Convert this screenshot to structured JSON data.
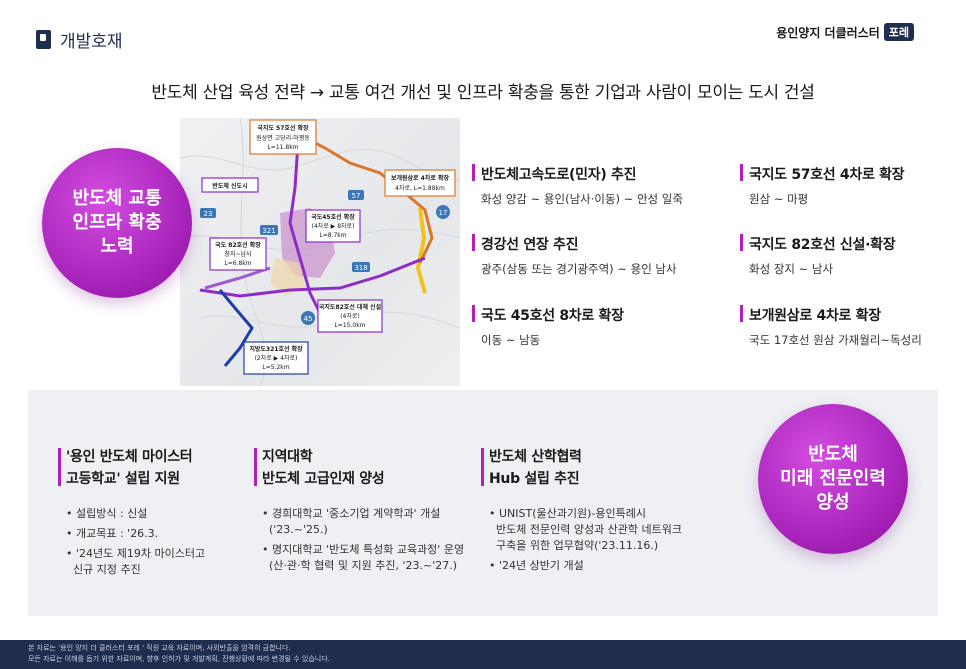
{
  "header": {
    "title": "개발호재",
    "brand_name": "용인양지 더클러스터",
    "brand_badge": "포레",
    "icon": "book-icon"
  },
  "headline": "반도체 산업 육성 전략 → 교통 여건 개선 및 인프라 확충을 통한 기업과 사람이 모이는 도시 건설",
  "transport": {
    "circle_label": "반도체 교통\n인프라 확충\n노력",
    "projects": [
      {
        "title": "반도체고속도로(민자) 추진",
        "route": "화성 양감 ~ 용인(남사·이동) ~ 안성 일죽"
      },
      {
        "title": "경강선 연장 추진",
        "route": "광주(삼동 또는 경기광주역) ~ 용인 남사"
      },
      {
        "title": "국도 45호선 8차로 확장",
        "route": "이동 ~ 남동"
      },
      {
        "title": "국지도 57호선 4차로 확장",
        "route": "원삼 ~ 마평"
      },
      {
        "title": "국지도 82호선 신설·확장",
        "route": "화성 장지 ~ 남사"
      },
      {
        "title": "보개원삼로 4차로 확장",
        "route": "국도 17호선 원삼 가재월리~독성리"
      }
    ]
  },
  "map": {
    "labels": {
      "gukjido57": "국지도 57호선 확장",
      "gukjido57_sub": "원삼면 고당리-마평동",
      "gukjido57_len": "L=11.8km",
      "bando_sindosi": "반도체 신도시",
      "bogae": "보개원삼로 4차로 확장",
      "bogae_sub": "4차로, L=1.88km",
      "gukdo45": "국도45호선 확장",
      "gukdo45_sub": "(4차로 ▶ 8차로)",
      "gukdo45_len": "L=8.7km",
      "gukdo82": "국도 82호선 확장",
      "gukdo82_sub": "장지~남사",
      "gukdo82_len": "L=6.8km",
      "gukjido82": "국지도82호선 대체 신설",
      "gukjido82_sub": "(4차로)",
      "gukjido82_len": "L=15.0km",
      "jibangdo321": "지방도321호선 확장",
      "jibangdo321_sub": "(2차로 ▶ 4차로)",
      "jibangdo321_len": "L=5.2km",
      "road_23": "23",
      "road_321": "321",
      "road_318": "318",
      "road_45": "45",
      "road_57": "57",
      "road_17": "17"
    },
    "colors": {
      "orange_route": "#d9772c",
      "purple_route": "#8d2cc8",
      "blue_route": "#1d3fa8",
      "yellow_route": "#f0c21c",
      "zone": "#b9509a"
    }
  },
  "talent": {
    "circle_label": "반도체\n미래 전문인력\n양성",
    "columns": [
      {
        "title": "'용인 반도체 마이스터\n고등학교' 설립 지원",
        "items": [
          "• 설립방식 : 신설",
          "• 개교목표 : '26.3.",
          "• '24년도 제19차 마이스터고\n  신규 지정 추진"
        ]
      },
      {
        "title": "지역대학\n반도체 고급인재 양성",
        "items": [
          "• 경희대학교 '중소기업 계약학과' 개설\n  ('23.~'25.)",
          "• 명지대학교 '반도체 특성화 교육과정' 운영\n  (산·관·학 협력 및 지원 추진, '23.~'27.)"
        ]
      },
      {
        "title": "반도체 산학협력\nHub 설립 추진",
        "items": [
          "• UNIST(울산과기원)-용인특례시\n  반도체 전문인력 양성과 산관학 네트워크\n  구축을 위한 업무협약('23.11.16.)",
          "• '24년 상반기 개설"
        ]
      }
    ]
  },
  "footer": {
    "line1": "본 자료는 '용인 양지 더 클러스터 포레 ' 직원 교육 자료이며, 사외반출을 엄격히 금합니다.",
    "line2": "모든 자료는 이해를 돕기 위한 자료이며, 향후 인허가 및 개발계획, 진행상황에 따라 변경될 수 있습니다."
  }
}
